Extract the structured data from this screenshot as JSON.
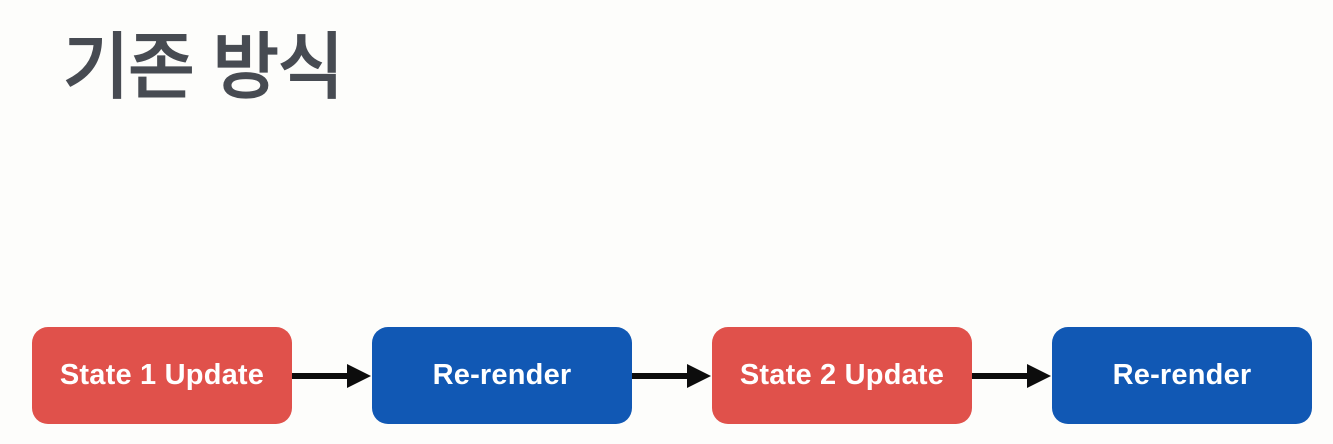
{
  "slide": {
    "title": "기존 방식",
    "background": "#fdfdfb",
    "title_color": "#474b52"
  },
  "colors": {
    "state_box": "#e0514b",
    "render_box": "#1158b4",
    "box_text": "#ffffff",
    "arrow": "#0c0c0c"
  },
  "flow": {
    "nodes": [
      {
        "label": "State 1 Update",
        "type": "state"
      },
      {
        "label": "Re-render",
        "type": "render"
      },
      {
        "label": "State 2 Update",
        "type": "state"
      },
      {
        "label": "Re-render",
        "type": "render"
      }
    ],
    "connector_icon": "arrow-right-icon"
  }
}
